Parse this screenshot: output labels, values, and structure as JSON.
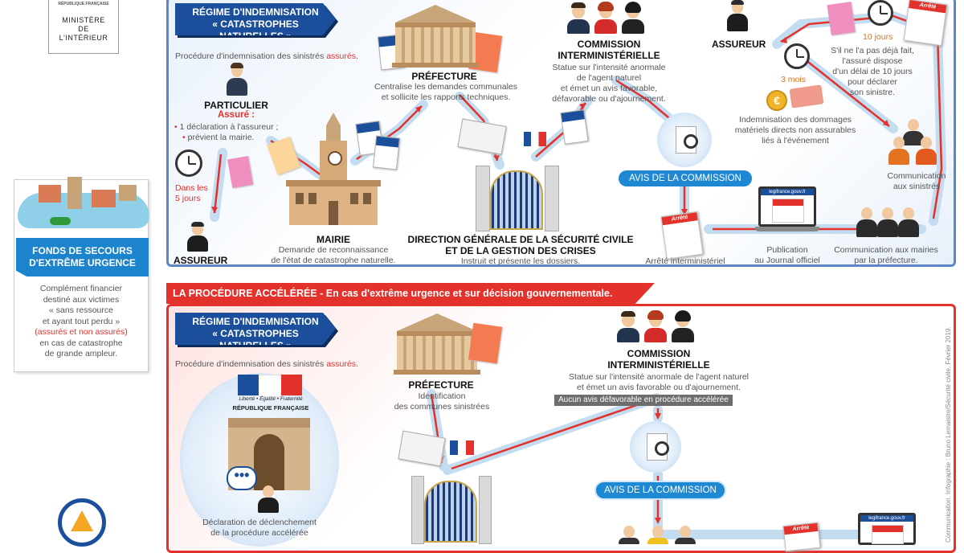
{
  "ministry": {
    "republic": "RÉPUBLIQUE FRANÇAISE",
    "name_line1": "MINISTÈRE",
    "name_line2": "DE",
    "name_line3": "L'INTÉRIEUR"
  },
  "top": {
    "ribbon_line1": "RÉGIME D'INDEMNISATION",
    "ribbon_line2": "« CATASTROPHES NATURELLES »",
    "lead_prefix": "Procédure d'indemnisation des sinistrés ",
    "lead_highlight": "assurés",
    "lead_suffix": ".",
    "particulier_title": "PARTICULIER",
    "particulier_sub": "Assuré :",
    "particulier_b1": "1 déclaration à l'assureur ;",
    "particulier_b2": "prévient la mairie.",
    "delay_line1": "Dans les",
    "delay_line2": "5 jours",
    "assureur_left": "ASSUREUR",
    "mairie_title": "MAIRIE",
    "mairie_desc1": "Demande de reconnaissance",
    "mairie_desc2": "de l'état de catastrophe naturelle.",
    "prefecture_title": "PRÉFECTURE",
    "prefecture_desc1": "Centralise les demandes communales",
    "prefecture_desc2": "et sollicite les rapports techniques.",
    "dgscgc_title1": "DIRECTION GÉNÉRALE DE LA SÉCURITÉ CIVILE",
    "dgscgc_title2": "ET DE LA GESTION DES CRISES",
    "dgscgc_desc": "Instruit et présente les dossiers.",
    "commission_title1": "COMMISSION",
    "commission_title2": "INTERMINISTÉRIELLE",
    "commission_desc1": "Statue sur l'intensité anormale",
    "commission_desc2": "de l'agent naturel",
    "commission_desc3": "et émet un avis favorable,",
    "commission_desc4": "défavorable ou d'ajournement.",
    "avis": "AVIS DE LA COMMISSION",
    "arrete_label": "Arrêté interministériel",
    "arrete_badge": "Arrêté",
    "legifrance": "legifrance.gouv.fr",
    "publication1": "Publication",
    "publication2": "au Journal officiel",
    "communication_mairies1": "Communication aux mairies",
    "communication_mairies2": "par la préfecture.",
    "communication_sinistres1": "Communication",
    "communication_sinistres2": "aux sinistrés",
    "assureur_right": "ASSUREUR",
    "three_months": "3 mois",
    "indemnisation1": "Indemnisation des dommages",
    "indemnisation2": "matériels directs non assurables",
    "indemnisation3": "liés à l'événement",
    "ten_days": "10 jours",
    "ten_days_desc1": "S'il ne l'a pas déjà fait,",
    "ten_days_desc2": "l'assuré dispose",
    "ten_days_desc3": "d'un délai de 10 jours",
    "ten_days_desc4": "pour déclarer",
    "ten_days_desc5": "son sinistre."
  },
  "fonds": {
    "title1": "FONDS DE SECOURS",
    "title2": "D'EXTRÊME URGENCE",
    "desc1": "Complément financier",
    "desc2": "destiné aux victimes",
    "desc3": "« sans ressource",
    "desc4": "et ayant tout perdu »",
    "desc5": "(assurés et non assurés)",
    "desc6": "en cas de catastrophe",
    "desc7": "de grande ampleur."
  },
  "bottom": {
    "banner": "LA PROCÉDURE ACCÉLÉRÉE - En cas d'extrême urgence et sur décision gouvernementale.",
    "ribbon_line1": "RÉGIME D'INDEMNISATION",
    "ribbon_line2": "« CATASTROPHES NATURELLES »",
    "lead_prefix": "Procédure d'indemnisation des sinistrés ",
    "lead_highlight": "assurés",
    "lead_suffix": ".",
    "motto": "Liberté • Égalité • Fraternité",
    "republic": "RÉPUBLIQUE FRANÇAISE",
    "declaration1": "Déclaration de déclenchement",
    "declaration2": "de la procédure accélérée",
    "prefecture_title": "PRÉFECTURE",
    "prefecture_desc1": "Identification",
    "prefecture_desc2": "des communes sinistrées",
    "commission_title1": "COMMISSION",
    "commission_title2": "INTERMINISTÉRIELLE",
    "commission_desc1": "Statue sur l'intensité anormale de l'agent naturel",
    "commission_desc2": "et émet un avis favorable ou d'ajournement.",
    "no_unfavorable": "Aucun avis défavorable en procédure accélérée",
    "avis": "AVIS DE LA COMMISSION",
    "arrete_badge": "Arrêté",
    "legifrance": "legifrance.gouv.fr"
  },
  "credit": "Bruno Lemaistre/Sécurité civile. Février 2019.",
  "credit2": "Communication. Infographie :",
  "colors": {
    "blue": "#1c4f9b",
    "red": "#e3312b",
    "light_blue": "#1f88d2",
    "path": "#c4dcf0"
  }
}
